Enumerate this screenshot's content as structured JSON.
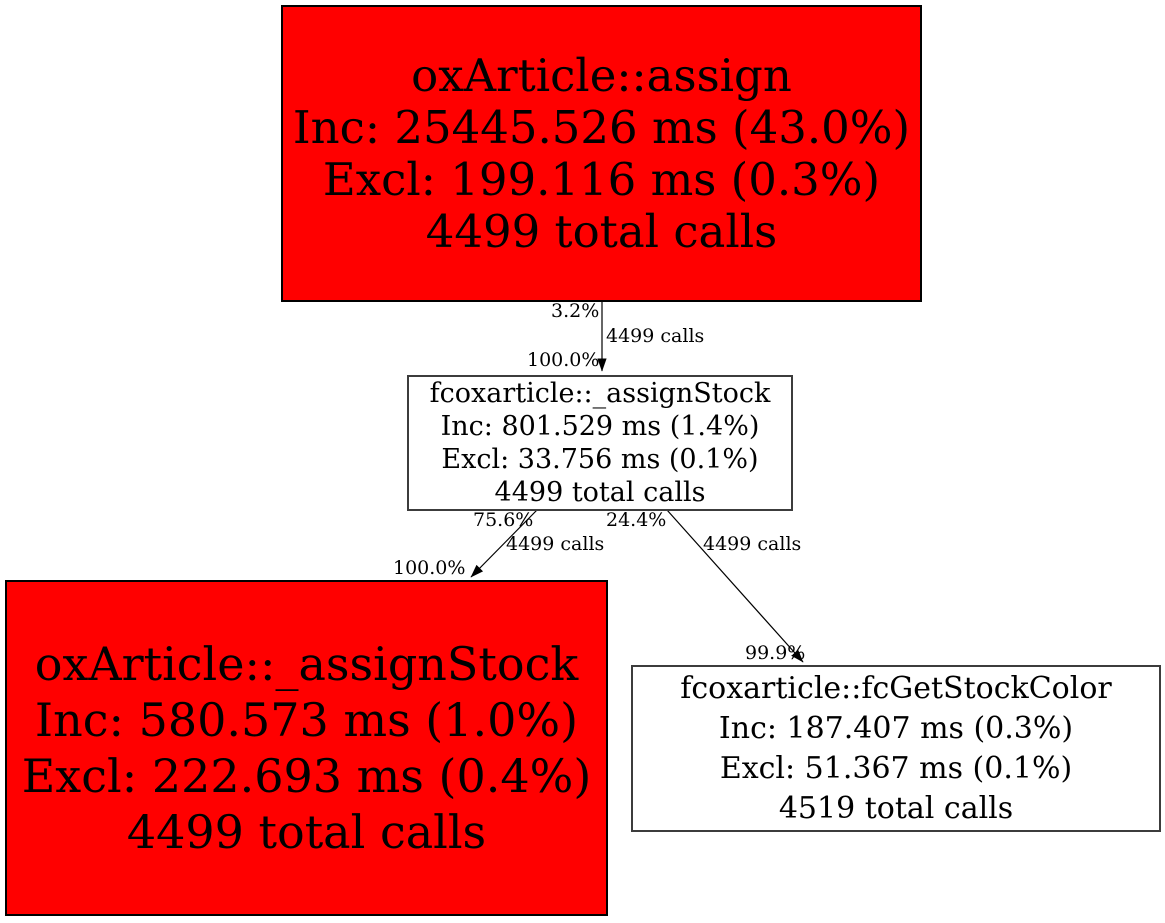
{
  "diagram": {
    "type": "profiler-call-graph",
    "background_color": "#ffffff",
    "hot_node_color": "#ff0000",
    "normal_node_color": "#ffffff",
    "text_color": "#000000",
    "edge_color": "#000000"
  },
  "nodes": [
    {
      "title": "oxArticle::assign",
      "inclusive": "Inc: 25445.526 ms (43.0%)",
      "exclusive": "Excl: 199.116 ms (0.3%)",
      "calls": "4499 total calls",
      "fill": "#ff0000"
    },
    {
      "title": "fcoxarticle::_assignStock",
      "inclusive": "Inc: 801.529 ms (1.4%)",
      "exclusive": "Excl: 33.756 ms (0.1%)",
      "calls": "4499 total calls",
      "fill": "#ffffff"
    },
    {
      "title": "oxArticle::_assignStock",
      "inclusive": "Inc: 580.573 ms (1.0%)",
      "exclusive": "Excl: 222.693 ms (0.4%)",
      "calls": "4499 total calls",
      "fill": "#ff0000"
    },
    {
      "title": "fcoxarticle::fcGetStockColor",
      "inclusive": "Inc: 187.407 ms (0.3%)",
      "exclusive": "Excl: 51.367 ms (0.1%)",
      "calls": "4519 total calls",
      "fill": "#ffffff"
    }
  ],
  "edges": [
    {
      "percent_out": "3.2%",
      "calls": "4499 calls",
      "percent_in": "100.0%"
    },
    {
      "percent_out": "75.6%",
      "calls": "4499 calls",
      "percent_in": "100.0%"
    },
    {
      "percent_out": "24.4%",
      "calls": "4499 calls",
      "percent_in": "99.9%"
    }
  ]
}
